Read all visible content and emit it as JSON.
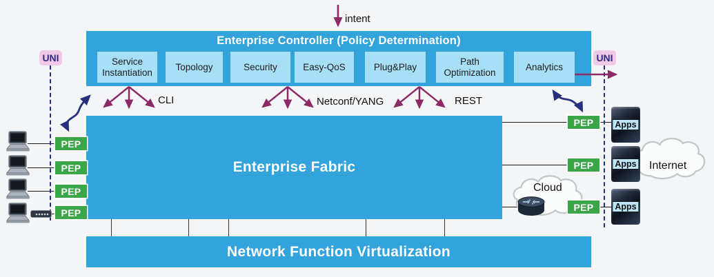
{
  "diagram": {
    "intent_label": "intent",
    "controller": {
      "title": "Enterprise Controller (Policy Determination)",
      "modules": [
        {
          "label": "Service Instantiation"
        },
        {
          "label": "Topology"
        },
        {
          "label": "Security"
        },
        {
          "label": "Easy-QoS"
        },
        {
          "label": "Plug&Play"
        },
        {
          "label": "Path Optimization"
        },
        {
          "label": "Analytics"
        }
      ]
    },
    "protocol_labels": {
      "cli": "CLI",
      "netconf": "Netconf/YANG",
      "rest": "REST"
    },
    "uni": {
      "left": "UNI",
      "right": "UNI"
    },
    "fabric_title": "Enterprise Fabric",
    "nfv_title": "Network Function Virtualization",
    "pep_label": "PEP",
    "apps_label": "Apps",
    "cloud_label": "Cloud",
    "internet_label": "Internet",
    "colors": {
      "bar_blue": "#33A3DC",
      "module_blue": "#A6DFF6",
      "pep_green": "#3AA648",
      "uni_pink": "#F0C8E8",
      "arrow_maroon": "#8C2A66",
      "arrow_navy": "#26317E"
    }
  }
}
